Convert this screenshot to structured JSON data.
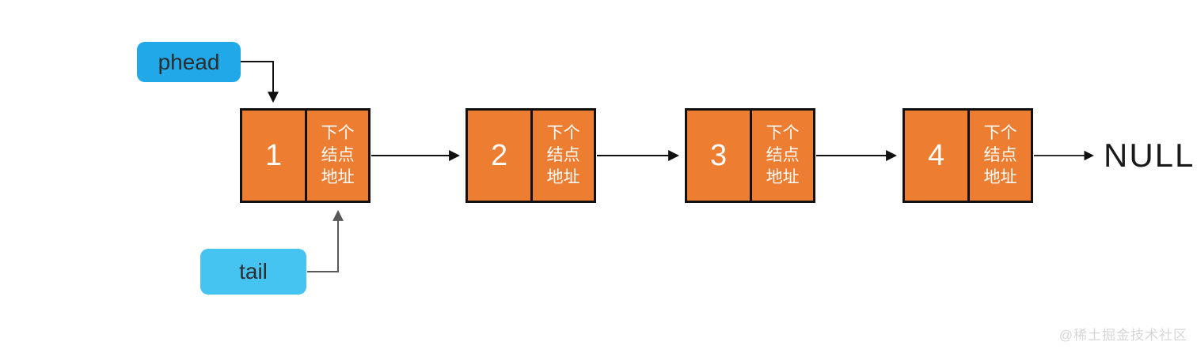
{
  "diagram": {
    "type": "singly-linked-list",
    "pointers": {
      "phead": {
        "label": "phead",
        "fill": "#21a8e8",
        "text_color": "#2d2d2d",
        "points_to": "node 1 (head)"
      },
      "tail": {
        "label": "tail",
        "fill": "#45c4f2",
        "text_color": "#2d2d2d",
        "points_to": "node 1 next-pointer cell"
      }
    },
    "list": {
      "node_fill": "#ed7d31",
      "node_border": "#111111",
      "node_text_color": "#ffffff",
      "next_label": "下个\n结点\n地址",
      "nodes": [
        {
          "value": "1"
        },
        {
          "value": "2"
        },
        {
          "value": "3"
        },
        {
          "value": "4"
        }
      ],
      "terminator": "NULL",
      "arrow_color": "#111111",
      "tail_arrow_color": "#58595b"
    },
    "watermark": "@稀土掘金技术社区"
  }
}
